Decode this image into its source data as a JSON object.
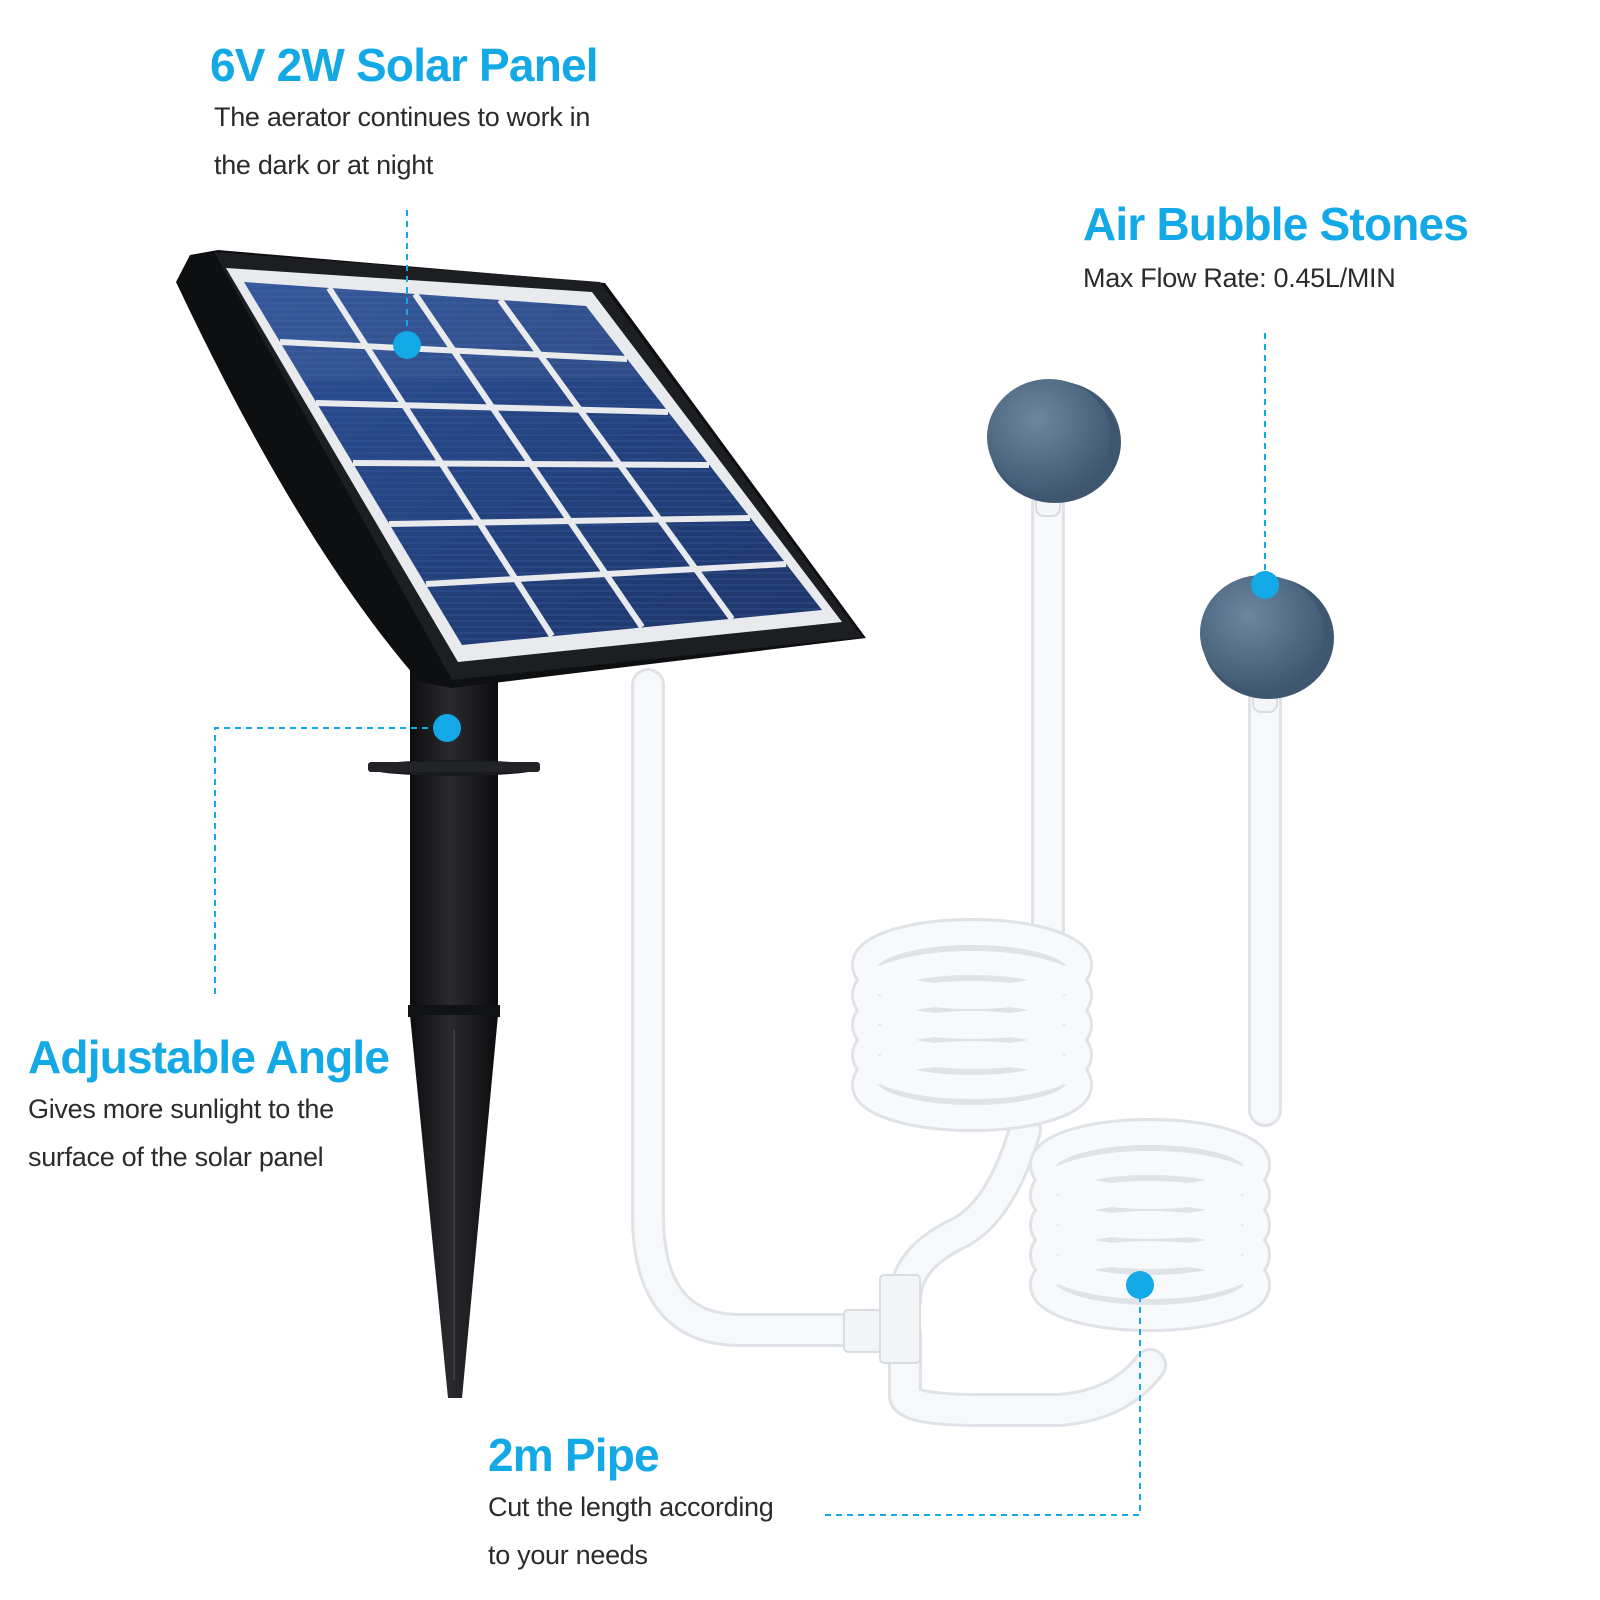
{
  "callouts": {
    "solar_panel": {
      "title": "6V 2W Solar Panel",
      "desc_line1": "The aerator continues to work in",
      "desc_line2": "the dark or at night"
    },
    "air_stones": {
      "title": "Air Bubble Stones",
      "desc_line1": "Max Flow Rate: 0.45L/MIN"
    },
    "adjustable_angle": {
      "title": "Adjustable Angle",
      "desc_line1": "Gives more sunlight to the",
      "desc_line2": "surface of the solar panel"
    },
    "pipe": {
      "title": "2m Pipe",
      "desc_line1": "Cut the length according",
      "desc_line2": "to your needs"
    }
  },
  "colors": {
    "accent": "#12a9e6",
    "text": "#2b2b2b",
    "frame": "#1d1e22",
    "cell": "#243f78",
    "stone": "#4f6b86",
    "tube": "#eef0f2"
  }
}
